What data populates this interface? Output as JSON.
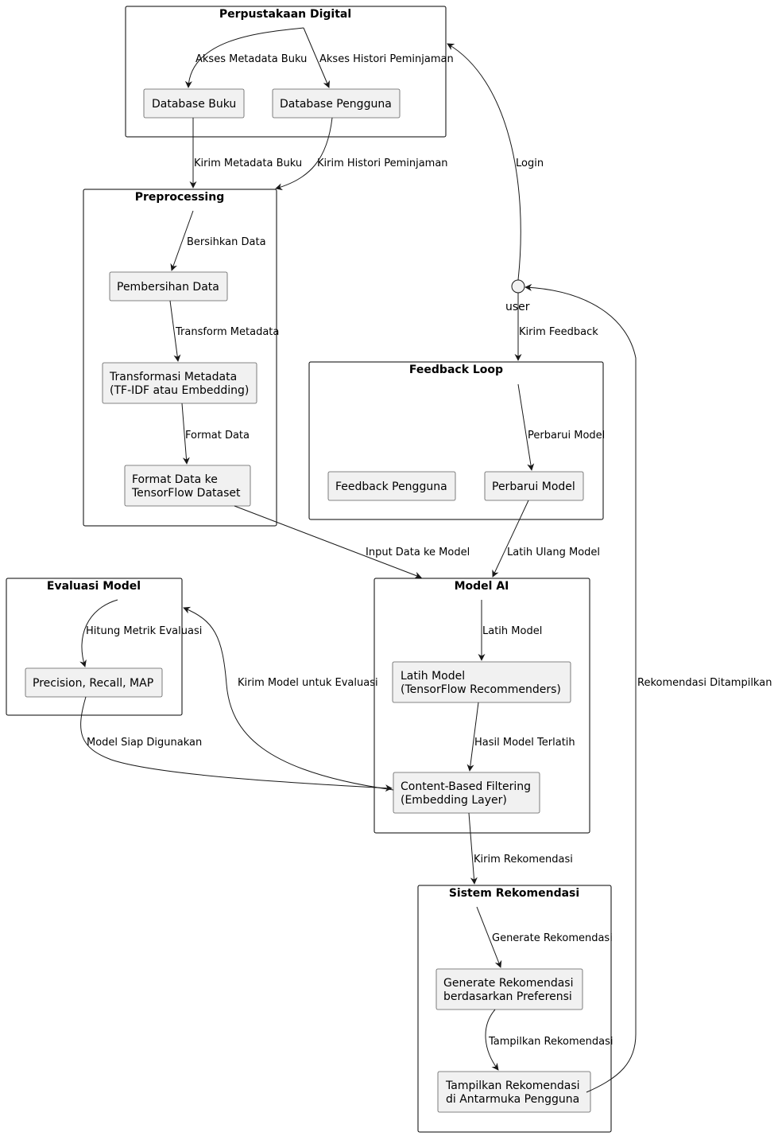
{
  "packages": {
    "perpustakaan": "Perpustakaan Digital",
    "preprocessing": "Preprocessing",
    "feedback": "Feedback Loop",
    "evaluasi": "Evaluasi Model",
    "model": "Model AI",
    "sistem": "Sistem Rekomendasi"
  },
  "nodes": {
    "db_buku": "Database Buku",
    "db_pengguna": "Database Pengguna",
    "pembersihan": "Pembersihan Data",
    "transformasi_1": "Transformasi Metadata",
    "transformasi_2": "(TF-IDF atau Embedding)",
    "format_1": "Format Data ke",
    "format_2": "TensorFlow Dataset",
    "feedback_pengguna": "Feedback Pengguna",
    "perbarui": "Perbarui Model",
    "precision": "Precision, Recall, MAP",
    "latih_1": "Latih Model",
    "latih_2": "(TensorFlow Recommenders)",
    "cbf_1": "Content-Based Filtering",
    "cbf_2": "(Embedding Layer)",
    "generate_1": "Generate Rekomendasi",
    "generate_2": "berdasarkan Preferensi",
    "tampilkan_1": "Tampilkan Rekomendasi",
    "tampilkan_2": "di Antarmuka Pengguna"
  },
  "actor": {
    "label": "user"
  },
  "edges": {
    "akses_metadata": "Akses Metadata Buku",
    "akses_histori": "Akses Histori Peminjaman",
    "kirim_metadata": "Kirim Metadata Buku",
    "kirim_histori": "Kirim Histori Peminjaman",
    "login": "Login",
    "bersihkan": "Bersihkan Data",
    "transform": "Transform Metadata",
    "format": "Format Data",
    "kirim_feedback": "Kirim Feedback",
    "perbarui_model": "Perbarui Model",
    "input_data": "Input Data ke Model",
    "latih_ulang": "Latih Ulang Model",
    "hitung": "Hitung Metrik Evaluasi",
    "latih_model": "Latih Model",
    "kirim_model_eval": "Kirim Model untuk Evaluasi",
    "rekomendasi_ditampilkan": "Rekomendasi Ditampilkan",
    "hasil_model": "Hasil Model Terlatih",
    "model_siap": "Model Siap Digunakan",
    "kirim_rekomendasi": "Kirim Rekomendasi",
    "generate": "Generate Rekomendasi",
    "tampilkan": "Tampilkan Rekomendasi"
  }
}
